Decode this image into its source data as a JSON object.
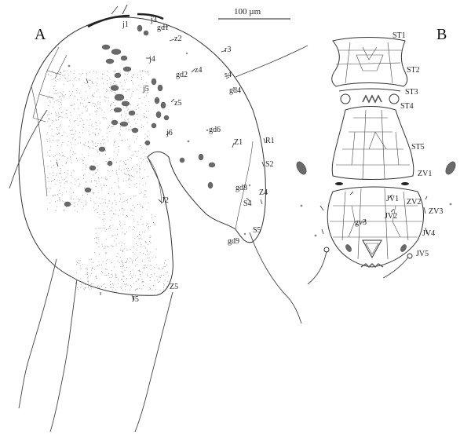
{
  "figure": {
    "panel_a_letter": "A",
    "panel_b_letter": "B",
    "scale_bar_label": "100 µm",
    "panel_a_labels": {
      "j1": "j1",
      "j3": "j3",
      "gd1": "gd1",
      "z2": "z2",
      "r3": "r3",
      "j4": "j4",
      "gd2": "gd2",
      "z4": "z4",
      "s4": "s4",
      "j5": "j5",
      "gd4": "gd4",
      "z5": "z5",
      "j6": "j6",
      "gd6": "gd6",
      "Z1": "Z1",
      "R1": "R1",
      "S2": "S2",
      "gd8": "gd8",
      "Z4": "Z4",
      "S4": "S4",
      "J2": "J2",
      "S5": "S5",
      "gd9": "gd9",
      "J5": "J5",
      "Z5": "Z5"
    },
    "panel_b_labels": {
      "ST1": "ST1",
      "ST2": "ST2",
      "ST3": "ST3",
      "ST4": "ST4",
      "ST5": "ST5",
      "ZV1": "ZV1",
      "JV1": "JV1",
      "ZV2": "ZV2",
      "ZV3": "ZV3",
      "JV2": "JV2",
      "gv3": "gv3",
      "JV4": "JV4",
      "JV5": "JV5"
    }
  }
}
